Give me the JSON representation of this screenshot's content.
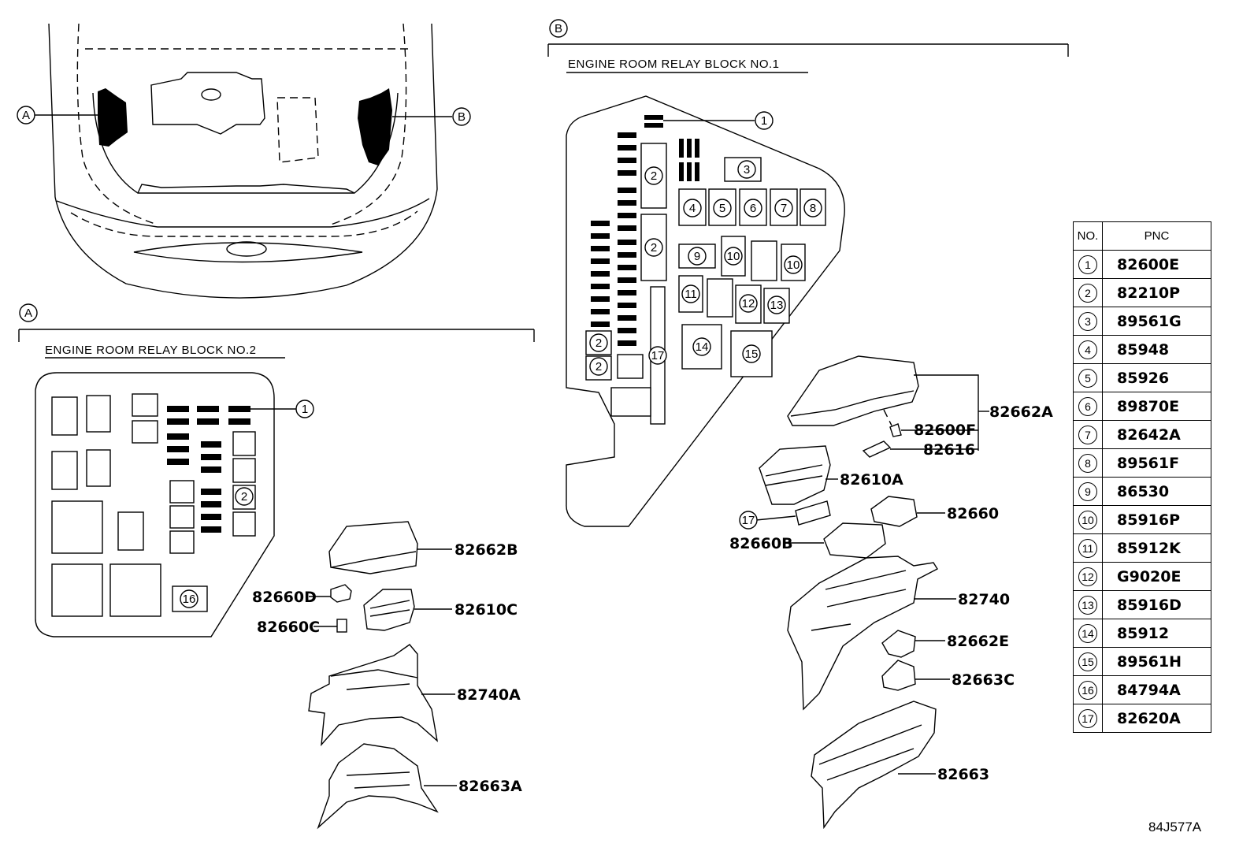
{
  "views": {
    "a": {
      "marker": "A",
      "title": "ENGINE ROOM RELAY BLOCK NO.2"
    },
    "b": {
      "marker": "B",
      "title": "ENGINE ROOM RELAY BLOCK NO.1"
    }
  },
  "block_b_positions": [
    "1",
    "2",
    "2",
    "2",
    "2",
    "3",
    "4",
    "5",
    "6",
    "7",
    "8",
    "9",
    "10",
    "10",
    "11",
    "12",
    "13",
    "14",
    "15",
    "17"
  ],
  "block_a_positions": [
    "1",
    "2",
    "16"
  ],
  "parts_a": {
    "cover": "82662B",
    "holder_d": "82660D",
    "block": "82610C",
    "holder_c": "82660C",
    "case": "82740A",
    "lower_cover": "82663A"
  },
  "parts_b": {
    "cover": "82662A",
    "fuse_f": "82600F",
    "puller": "82616",
    "block": "82610A",
    "holder": "82660",
    "holder_b": "82660B",
    "ref17": "17",
    "case": "82740",
    "cover_e": "82662E",
    "lower_c": "82663C",
    "lower": "82663"
  },
  "table": {
    "header_no": "NO.",
    "header_pnc": "PNC",
    "rows": [
      {
        "no": "1",
        "pnc": "82600E"
      },
      {
        "no": "2",
        "pnc": "82210P"
      },
      {
        "no": "3",
        "pnc": "89561G"
      },
      {
        "no": "4",
        "pnc": "85948"
      },
      {
        "no": "5",
        "pnc": "85926"
      },
      {
        "no": "6",
        "pnc": "89870E"
      },
      {
        "no": "7",
        "pnc": "82642A"
      },
      {
        "no": "8",
        "pnc": "89561F"
      },
      {
        "no": "9",
        "pnc": "86530"
      },
      {
        "no": "10",
        "pnc": "85916P"
      },
      {
        "no": "11",
        "pnc": "85912K"
      },
      {
        "no": "12",
        "pnc": "G9020E"
      },
      {
        "no": "13",
        "pnc": "85916D"
      },
      {
        "no": "14",
        "pnc": "85912"
      },
      {
        "no": "15",
        "pnc": "89561H"
      },
      {
        "no": "16",
        "pnc": "84794A"
      },
      {
        "no": "17",
        "pnc": "82620A"
      }
    ]
  },
  "footer_code": "84J577A"
}
